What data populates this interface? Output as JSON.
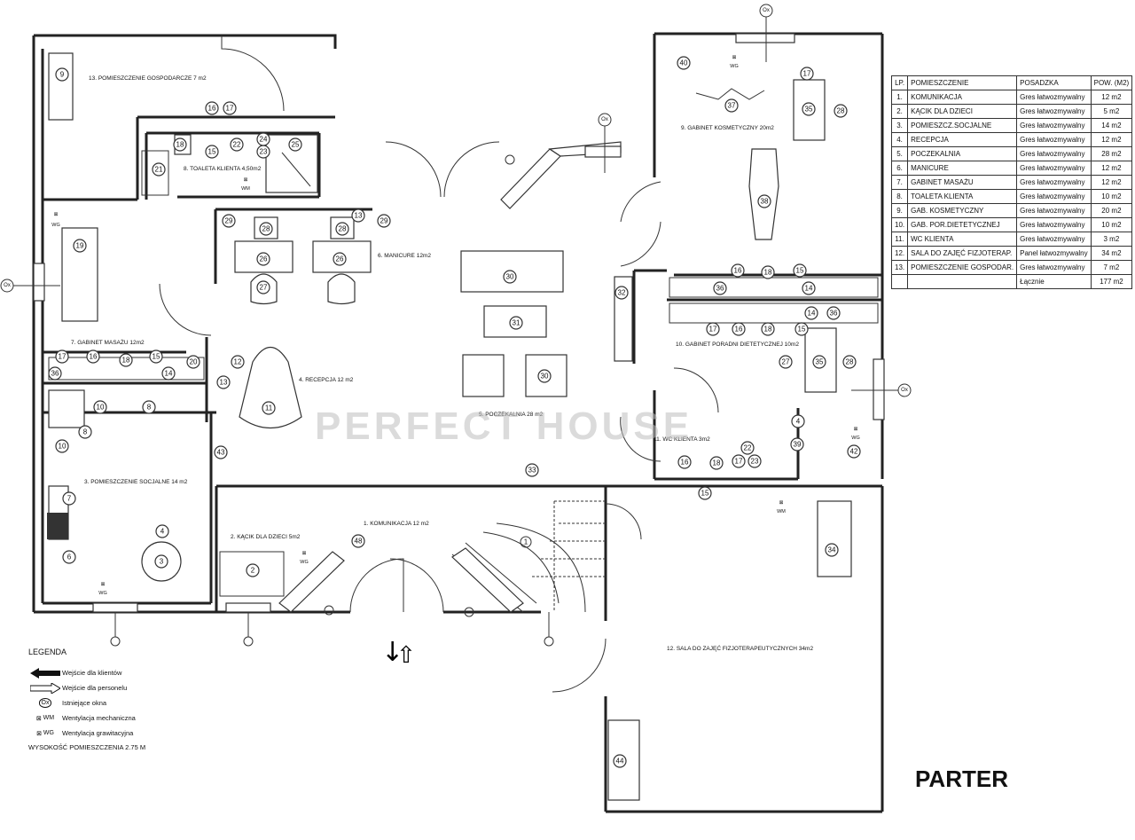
{
  "title": "PARTER",
  "watermark": "PERFECT HOUSE",
  "rooms": {
    "r13": "13. POMIESZCZENIE GOSPODARCZE 7 m2",
    "r8": "8. TOALETA KLIENTA 4,50m2",
    "r7": "7. GABINET MASAŻU 12m2",
    "r3": "3. POMIESZCZENIE SOCJALNE 14 m2",
    "r2": "2. KĄCIK DLA DZIECI 5m2",
    "r1": "1. KOMUNIKACJA 12 m2",
    "r4": "4. RECEPCJA 12 m2",
    "r5": "5. POCZEKALNIA 28 m2",
    "r6": "6. MANICURE 12m2",
    "r9": "9. GABINET KOSMETYCZNY 20m2",
    "r10": "10. GABINET PORADNI DIETETYCZNEJ 10m2",
    "r11": "11. WC KLIENTA 3m2",
    "r12": "12. SALA DO ZAJĘĆ FIZJOTERAPEUTYCZNYCH 34m2"
  },
  "marks": {
    "ox": "Ox",
    "wg": "WG",
    "wm": "WM",
    "stair_num": "1",
    "arrow_down": "↓",
    "arrow_up": "⇧"
  },
  "table": {
    "headers": [
      "LP.",
      "POMIESZCZENIE",
      "POSADZKA",
      "POW. (M2)"
    ],
    "rows": [
      [
        "1.",
        "KOMUNIKACJA",
        "Gres łatwozmywalny",
        "12 m2"
      ],
      [
        "2.",
        "KĄCIK DLA DZIECI",
        "Gres łatwozmywalny",
        "5 m2"
      ],
      [
        "3.",
        "POMIESZCZ.SOCJALNE",
        "Gres łatwozmywalny",
        "14 m2"
      ],
      [
        "4.",
        "RECEPCJA",
        "Gres łatwozmywalny",
        "12 m2"
      ],
      [
        "5.",
        "POCZEKALNIA",
        "Gres łatwozmywalny",
        "28 m2"
      ],
      [
        "6.",
        "MANICURE",
        "Gres łatwozmywalny",
        "12 m2"
      ],
      [
        "7.",
        "GABINET MASAŻU",
        "Gres łatwozmywalny",
        "12 m2"
      ],
      [
        "8.",
        "TOALETA KLIENTA",
        "Gres łatwozmywalny",
        "10 m2"
      ],
      [
        "9.",
        "GAB. KOSMETYCZNY",
        "Gres łatwozmywalny",
        "20 m2"
      ],
      [
        "10.",
        "GAB. POR.DIETETYCZNEJ",
        "Gres łatwozmywalny",
        "10 m2"
      ],
      [
        "11.",
        "WC KLIENTA",
        "Gres łatwozmywalny",
        "3 m2"
      ],
      [
        "12.",
        "SALA DO ZAJĘĆ FIZJOTERAP.",
        "Panel łatwozmywalny",
        "34 m2"
      ],
      [
        "13.",
        "POMIESZCZENIE GOSPODAR.",
        "Gres łatwozmywalny",
        "7 m2"
      ]
    ],
    "total_label": "Łącznie",
    "total_value": "177 m2"
  },
  "legend": {
    "title": "LEGENDA",
    "items": [
      {
        "symbol": "",
        "label": "Wejście dla klientów"
      },
      {
        "symbol": "",
        "label": "Wejście dla personelu"
      },
      {
        "symbol": "Ox",
        "label": "Istniejące okna"
      },
      {
        "symbol": "WM",
        "label": "Wentylacja mechaniczna"
      },
      {
        "symbol": "WG",
        "label": "Wentylacja grawitacyjna"
      }
    ],
    "height_note": "WYSOKOŚĆ POMIESZCZENIA 2.75 M"
  },
  "numbers": [
    "1",
    "2",
    "3",
    "4",
    "6",
    "7",
    "8",
    "9",
    "10",
    "11",
    "12",
    "13",
    "14",
    "15",
    "16",
    "17",
    "18",
    "19",
    "20",
    "21",
    "22",
    "23",
    "24",
    "25",
    "26",
    "27",
    "28",
    "29",
    "30",
    "31",
    "32",
    "33",
    "34",
    "35",
    "36",
    "37",
    "38",
    "39",
    "40",
    "42",
    "43",
    "44",
    "48"
  ]
}
